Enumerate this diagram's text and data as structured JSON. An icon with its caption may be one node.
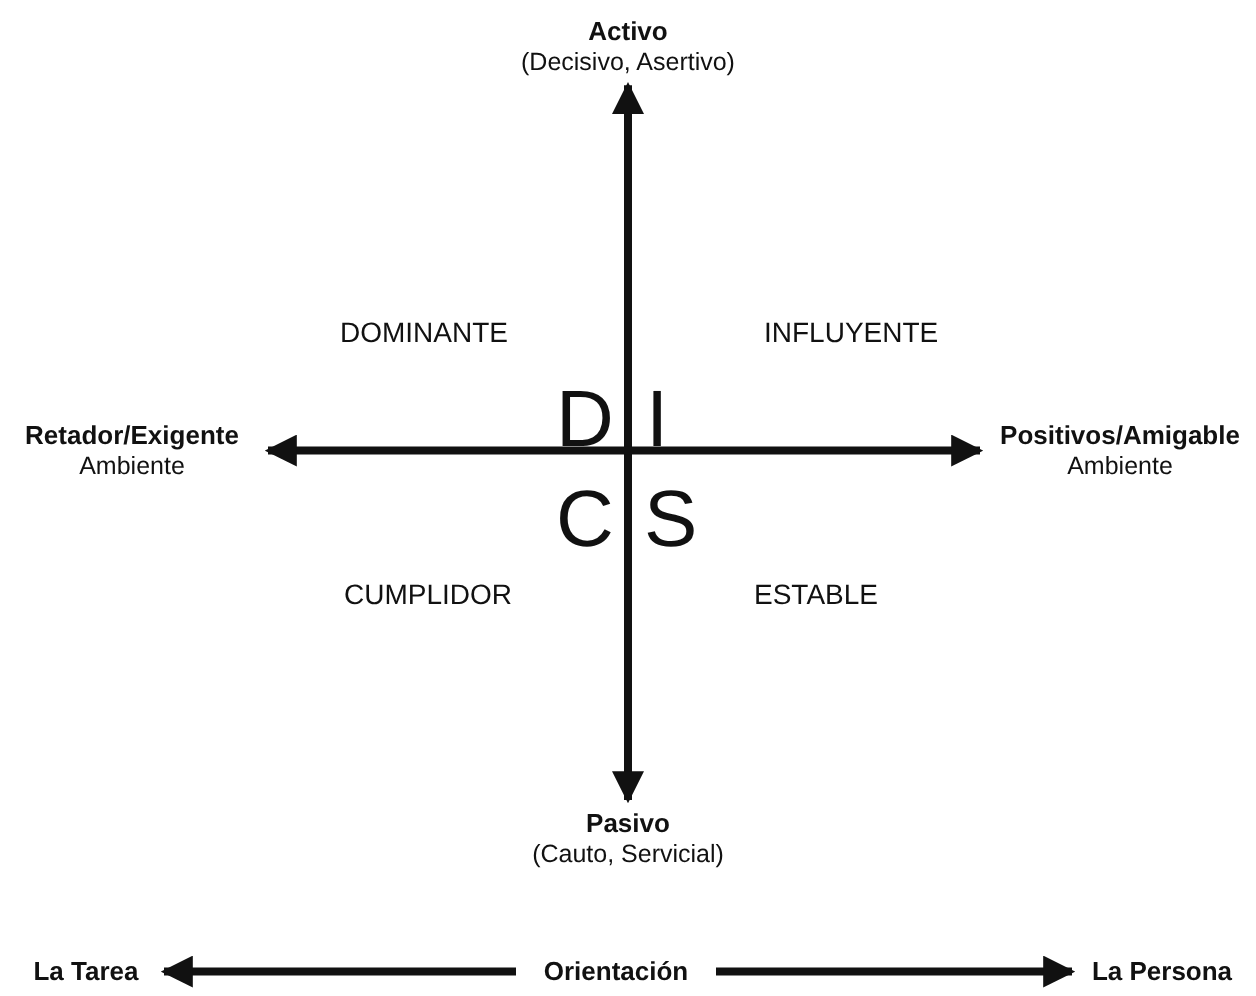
{
  "diagram": {
    "nodes": [
      {
        "text": [
          "Activo",
          "(Decisivo, Asertivo)"
        ]
      },
      {
        "text": [
          "Retador/Exigente",
          "Ambiente"
        ]
      },
      {
        "text": [
          "Positivos/Amigable",
          "Ambiente"
        ]
      },
      {
        "text": [
          "Pasivo",
          "(Cauto, Servicial)"
        ]
      },
      {
        "text": [
          "La Tarea"
        ]
      },
      {
        "text": [
          "Orientación"
        ]
      },
      {
        "text": [
          "La Persona"
        ]
      }
    ],
    "edges": [
      {
        "from": 0,
        "to": 3,
        "arrow": "both"
      },
      {
        "from": 1,
        "to": 2,
        "arrow": "both"
      },
      {
        "from": 5,
        "to": 4,
        "arrow": "to"
      },
      {
        "from": 5,
        "to": 6,
        "arrow": "to"
      }
    ],
    "labels": [
      "DOMINANTE",
      "INFLUYENTE",
      "D",
      "I",
      "C",
      "S",
      "CUMPLIDOR",
      "ESTABLE"
    ]
  }
}
